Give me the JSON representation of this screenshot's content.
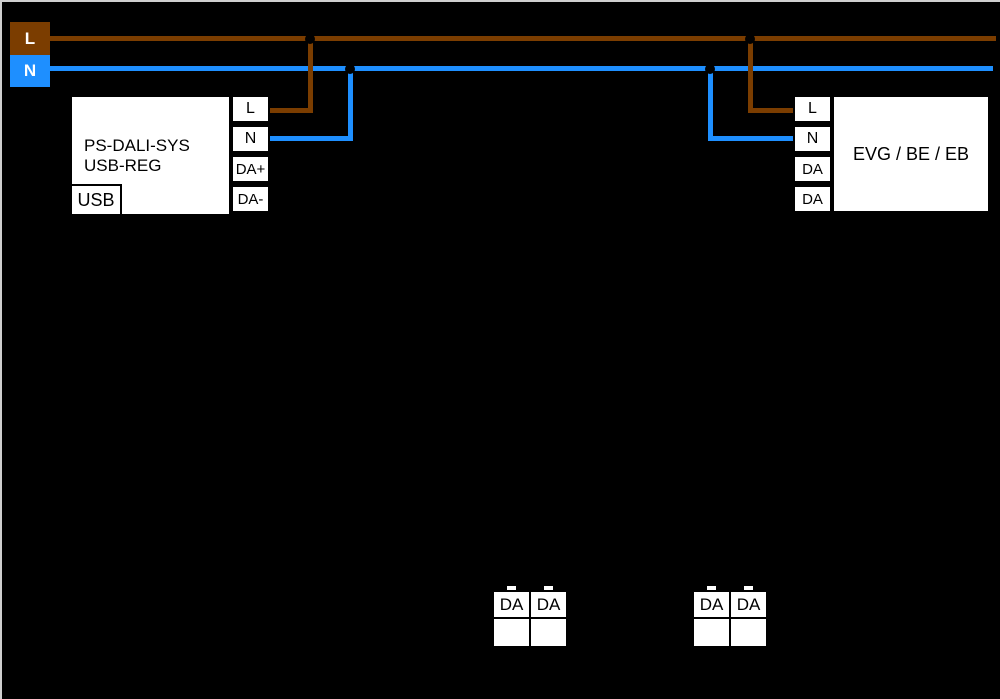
{
  "colors": {
    "background": "#000000",
    "box_fill": "#ffffff",
    "line_l": "#7b3d00",
    "line_n": "#1e8fff",
    "junction": "#000000",
    "frame_border": "#cfcfcf"
  },
  "legend": {
    "l_label": "L",
    "n_label": "N"
  },
  "psu_device": {
    "name_line1": "PS-DALI-SYS",
    "name_line2": "USB-REG",
    "usb_port_label": "USB",
    "terminals": [
      "L",
      "N",
      "DA+",
      "DA-"
    ]
  },
  "gear_device": {
    "label": "EVG / BE / EB",
    "terminals": [
      "L",
      "N",
      "DA",
      "DA"
    ]
  },
  "dali_terminal_blocks": [
    {
      "terminals": [
        "DA",
        "DA"
      ]
    },
    {
      "terminals": [
        "DA",
        "DA"
      ]
    }
  ]
}
